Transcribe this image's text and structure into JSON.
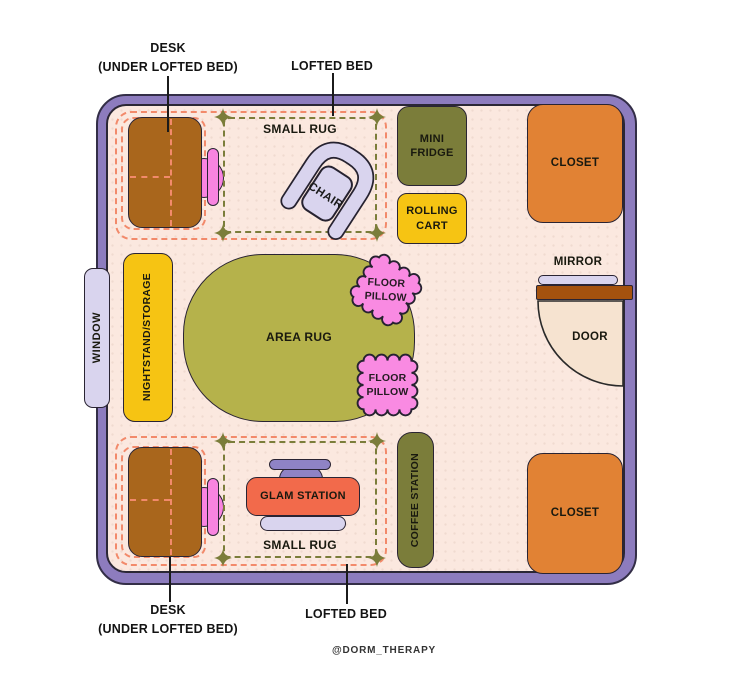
{
  "annotations": {
    "top_desk": {
      "line1": "DESK",
      "line2": "(UNDER LOFTED BED)"
    },
    "top_lofted_bed": {
      "label": "LOFTED BED"
    },
    "bottom_desk": {
      "line1": "DESK",
      "line2": "(UNDER LOFTED BED)"
    },
    "bottom_lofted_bed": {
      "label": "LOFTED BED"
    },
    "credit": "@DORM_THERAPY"
  },
  "furniture": {
    "small_rug_top": {
      "label": "SMALL RUG"
    },
    "chair": {
      "label": "CHAIR"
    },
    "mini_fridge": {
      "line1": "MINI",
      "line2": "FRIDGE"
    },
    "rolling_cart": {
      "line1": "ROLLING",
      "line2": "CART"
    },
    "closet_top": {
      "label": "CLOSET"
    },
    "window": {
      "label": "WINDOW"
    },
    "nightstand": {
      "label": "NIGHTSTAND/STORAGE"
    },
    "area_rug": {
      "label": "AREA RUG"
    },
    "floor_pillow_1": {
      "line1": "FLOOR",
      "line2": "PILLOW"
    },
    "floor_pillow_2": {
      "line1": "FLOOR",
      "line2": "PILLOW"
    },
    "mirror": {
      "label": "MIRROR"
    },
    "door": {
      "label": "DOOR"
    },
    "glam_station": {
      "label": "GLAM STATION"
    },
    "small_rug_bottom": {
      "label": "SMALL RUG"
    },
    "coffee_station": {
      "label": "COFFEE STATION"
    },
    "closet_bottom": {
      "label": "CLOSET"
    }
  },
  "colors": {
    "wall": "#8d7cbe",
    "floor": "#fbe8df",
    "desk_brown": "#a9661c",
    "chair_pink": "#f884e0",
    "lavender": "#d9d4ee",
    "rug_olive": "#b5b24b",
    "appliance_olive": "#7b7d3a",
    "cart_yellow": "#f6c413",
    "closet_orange": "#e18234",
    "pillow_pink": "#f98ae2",
    "glam_coral": "#f26a4b",
    "glam_purple": "#8f83c5",
    "door_brown": "#a5520e",
    "dash_salmon": "#f28a6b",
    "door_swing": "#f6e3d0"
  }
}
